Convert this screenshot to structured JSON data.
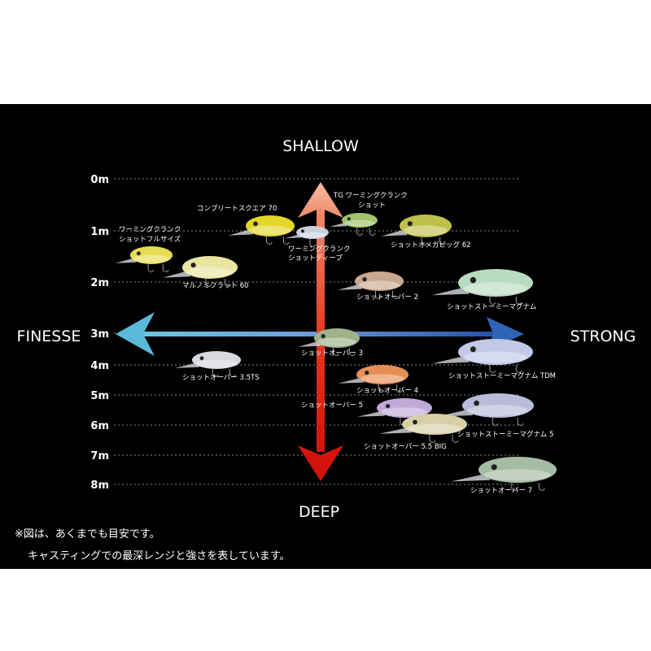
{
  "axes": {
    "top": "SHALLOW",
    "bottom": "DEEP",
    "left": "FINESSE",
    "right": "STRONG"
  },
  "depth_labels": [
    "0m",
    "1m",
    "2m",
    "3m",
    "4m",
    "5m",
    "6m",
    "7m",
    "8m"
  ],
  "lures": [
    {
      "name": "コンプリートスクエア 70",
      "color": "#e2d62a"
    },
    {
      "name": "TG ワーミングクランク",
      "name2": "ショット",
      "color": "#9fc46a"
    },
    {
      "name": "ワーミングクランク",
      "name2": "ショットフルサイズ",
      "color": "#e6dc52"
    },
    {
      "name": "ワーミングクランク",
      "name2": "ショットディープ",
      "color": "#c9cfdc"
    },
    {
      "name": "ショットオメガビッグ 62",
      "color": "#bfc04a"
    },
    {
      "name": "マルノミフラット 60",
      "color": "#e9e4a0"
    },
    {
      "name": "ショットオーバー 2",
      "color": "#c9a890"
    },
    {
      "name": "ショットストーミーマグナム",
      "color": "#b9dcc0"
    },
    {
      "name": "ショットオーバー 3",
      "color": "#9fb28a"
    },
    {
      "name": "ショットオーバー 3.5TS",
      "color": "#d8d8de"
    },
    {
      "name": "ショットストーミーマグナム TDM",
      "color": "#c2c8e6"
    },
    {
      "name": "ショットオーバー 4",
      "color": "#e58f55"
    },
    {
      "name": "ショットオーバー 5",
      "color": "#c0a9d8"
    },
    {
      "name": "ショットストーミーマグナム 5",
      "color": "#b8bcd8"
    },
    {
      "name": "ショットオーバー 5.5 BIG",
      "color": "#d6cfa6"
    },
    {
      "name": "ショットオーバー 7",
      "color": "#a4bba4"
    }
  ],
  "notes": {
    "line1": "※図は、あくまでも目安です。",
    "line2": "キャスティングでの最深レンジと強さを表しています。"
  },
  "colors": {
    "background": "#000000",
    "up_arrow": "#f3a48a",
    "down_arrow": "#e0231a",
    "left_arrow": "#5bb8d8",
    "right_arrow": "#2f63b8"
  }
}
